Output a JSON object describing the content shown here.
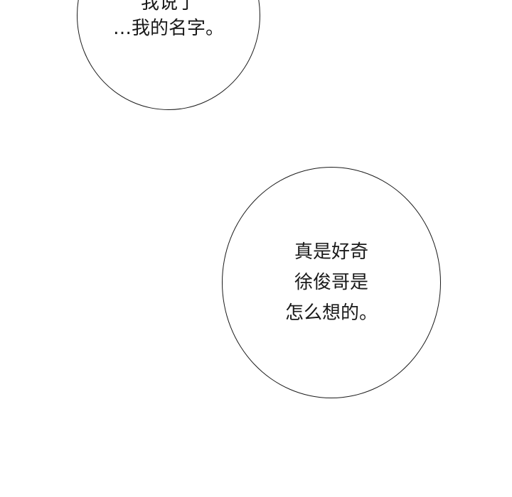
{
  "bubbles": [
    {
      "lines": [
        "我说了",
        "…我的名字。"
      ]
    },
    {
      "lines": [
        "真是好奇",
        "徐俊哥是",
        "怎么想的。"
      ]
    }
  ]
}
